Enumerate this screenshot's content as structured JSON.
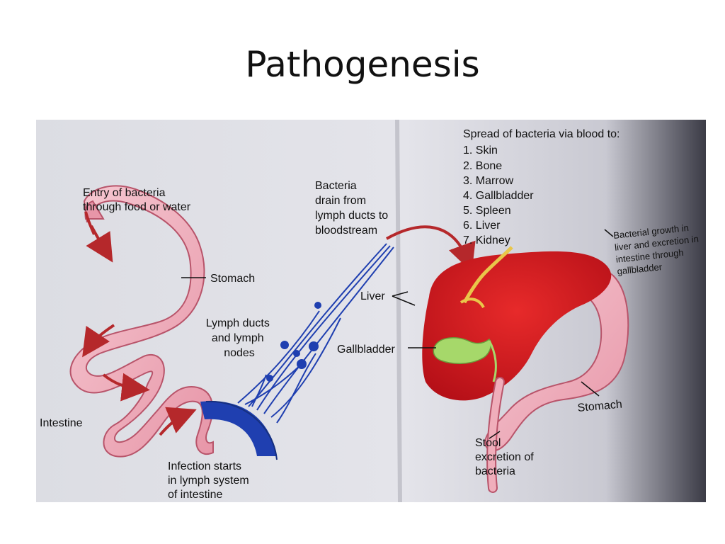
{
  "slide": {
    "title": "Pathogenesis"
  },
  "diagram": {
    "entry_label": [
      "Entry of bacteria",
      "through food or water"
    ],
    "drain_label": [
      "Bacteria",
      "drain from",
      "lymph ducts to",
      "bloodstream"
    ],
    "spread_heading": "Spread of bacteria via blood to:",
    "spread_list": [
      "1. Skin",
      "2. Bone",
      "3. Marrow",
      "4. Gallbladder",
      "5. Spleen",
      "6. Liver",
      "7. Kidney"
    ],
    "growth_label": [
      "Bacterial growth in",
      "liver and excretion in",
      "intestine through",
      "gallbladder"
    ],
    "stomach_left": "Stomach",
    "liver": "Liver",
    "lymph_label": [
      "Lymph ducts",
      "and lymph",
      "nodes"
    ],
    "gallbladder": "Gallbladder",
    "intestine": "Intestine",
    "infection_label": [
      "Infection starts",
      "in lymph system",
      "of intestine"
    ],
    "stomach_right": "Stomach",
    "stool_label": [
      "Stool",
      "excretion of",
      "bacteria"
    ]
  },
  "colors": {
    "stomach_pink": "#f0aebb",
    "stomach_edge": "#b8546a",
    "liver_red": "#d8191f",
    "lymph_blue": "#1f3fb0",
    "gallbladder_green": "#a6d86a",
    "arrow_red": "#b5282b"
  }
}
